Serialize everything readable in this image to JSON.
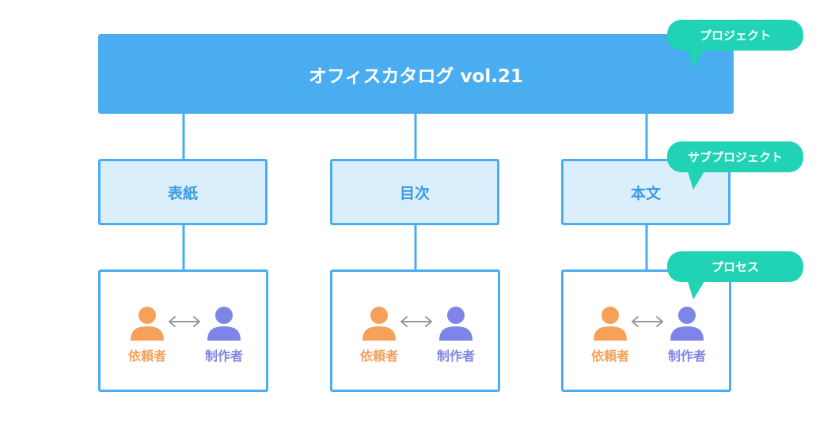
{
  "project": {
    "title": "オフィスカタログ vol.21",
    "tag": "プロジェクト"
  },
  "subprojects": {
    "tag": "サブプロジェクト",
    "items": [
      {
        "label": "表紙"
      },
      {
        "label": "目次"
      },
      {
        "label": "本文"
      }
    ]
  },
  "processes": {
    "tag": "プロセス",
    "items": [
      {
        "requester": "依頼者",
        "creator": "制作者"
      },
      {
        "requester": "依頼者",
        "creator": "制作者"
      },
      {
        "requester": "依頼者",
        "creator": "制作者"
      }
    ]
  },
  "colors": {
    "primary": "#4aadf0",
    "subproject_fill": "#dbeefb",
    "tag": "#1fd3b4",
    "requester": "#f5a15a",
    "creator": "#7f84e8",
    "arrow": "#999999"
  },
  "icons": {
    "person": "person-icon",
    "exchange": "double-arrow-icon"
  }
}
